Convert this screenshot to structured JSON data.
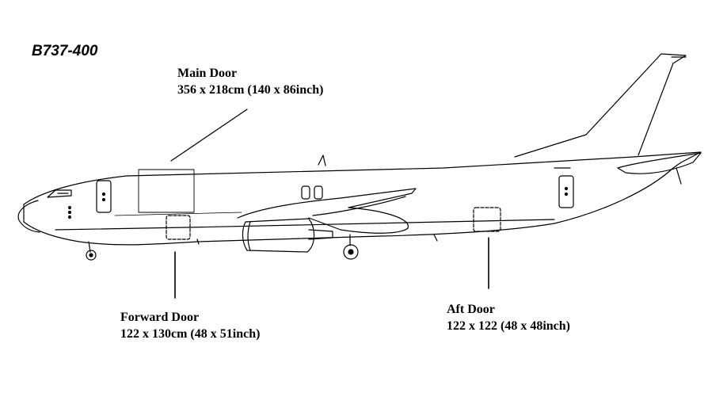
{
  "model": "B737-400",
  "doors": {
    "main": {
      "name": "Main Door",
      "size": "356 x 218cm (140 x 86inch)"
    },
    "forward": {
      "name": "Forward Door",
      "size": "122 x 130cm (48 x 51inch)"
    },
    "aft": {
      "name": "Aft Door",
      "size": "122 x 122 (48 x 48inch)"
    }
  }
}
